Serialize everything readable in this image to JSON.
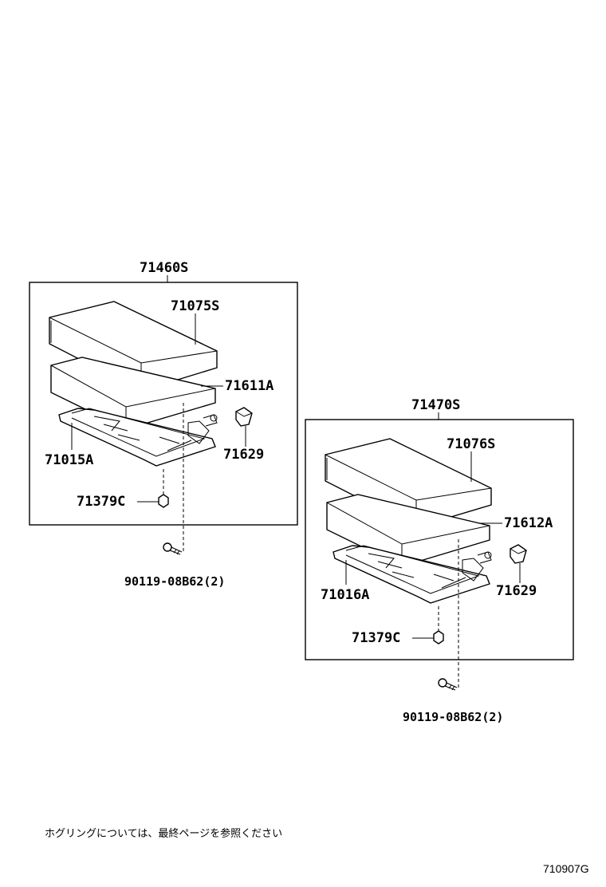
{
  "assembly_left": {
    "assembly_number": "71460S",
    "parts": {
      "lid_pad": "71075S",
      "cushion": "71611A",
      "base_frame": "71015A",
      "hinge_cap": "71629",
      "clip": "71379C",
      "screw": "90119-08B62(2)"
    }
  },
  "assembly_right": {
    "assembly_number": "71470S",
    "parts": {
      "lid_pad": "71076S",
      "cushion": "71612A",
      "base_frame": "71016A",
      "hinge_cap": "71629",
      "clip": "71379C",
      "screw": "90119-08B62(2)"
    }
  },
  "footer": {
    "note": "ホグリングについては、最終ページを参照ください",
    "diagram_code": "710907G"
  }
}
